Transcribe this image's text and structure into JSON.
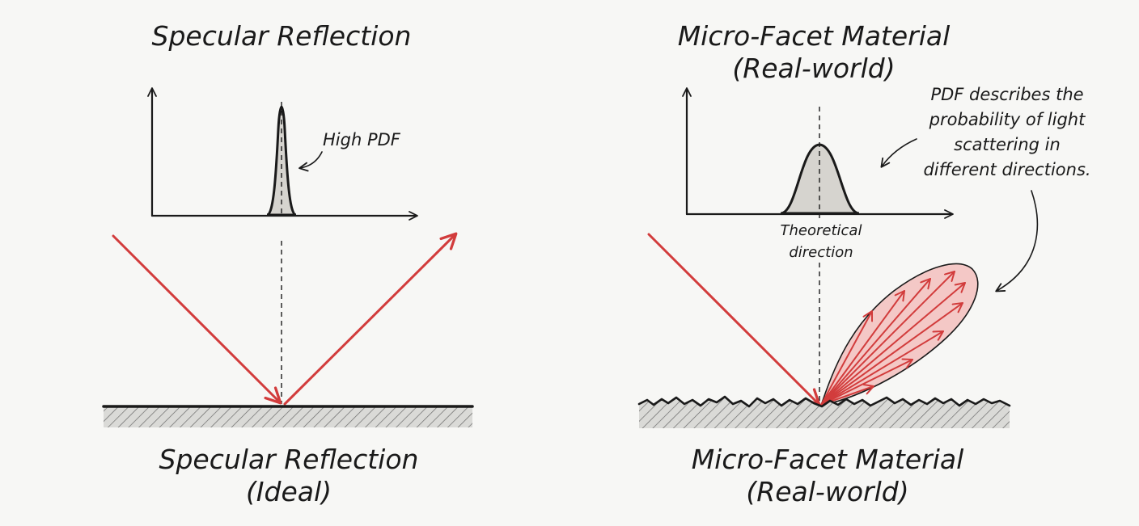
{
  "left_panel": {
    "top_title": "Specular Reflection",
    "peak_label": "High PDF",
    "bottom_title_line1": "Specular Reflection",
    "bottom_title_line2": "(Ideal)"
  },
  "right_panel": {
    "top_title_line1": "Micro-Facet Material",
    "top_title_line2": "(Real-world)",
    "axis_label_line1": "Theoretical",
    "axis_label_line2": "direction",
    "annotation_lines": [
      "PDF describes the",
      "probability of light",
      "scattering in",
      "different directions."
    ],
    "bottom_title_line1": "Micro-Facet Material",
    "bottom_title_line2": "(Real-world)"
  },
  "colors": {
    "ink": "#1a1a1a",
    "ray": "#d23c3c",
    "lobe_fill": "#f3b8b6",
    "pdf_fill": "#d6d4cf",
    "surface_fill": "#d9d9d6",
    "background": "#f7f7f5"
  }
}
